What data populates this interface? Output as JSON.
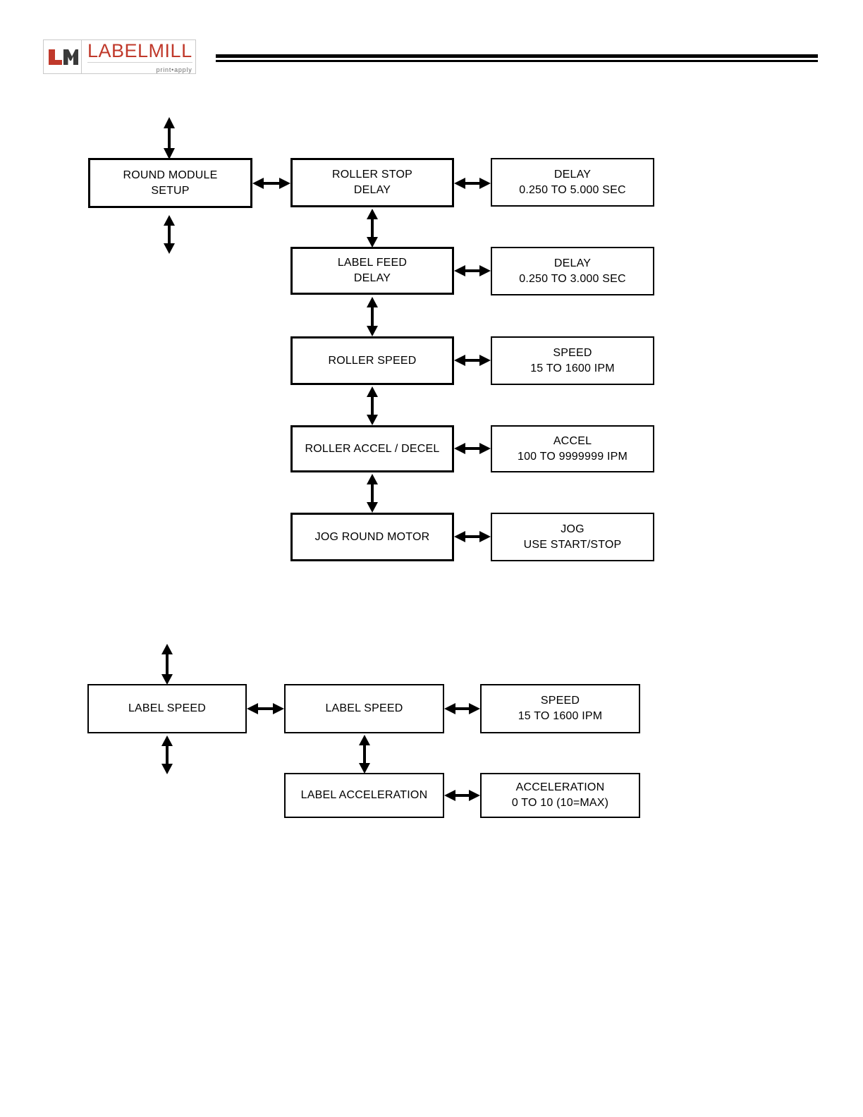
{
  "header": {
    "logo_mark": "lm-monogram",
    "wordmark": "LABELMILL",
    "tagline": "print•apply",
    "accent_color": "#c0392b",
    "rule_color": "#000000"
  },
  "diagrams": [
    {
      "id": "round-module-setup",
      "nodes": [
        {
          "key": "round_module_setup",
          "lines": [
            "ROUND MODULE",
            "SETUP"
          ]
        },
        {
          "key": "roller_stop_delay",
          "lines": [
            "ROLLER STOP",
            "DELAY"
          ]
        },
        {
          "key": "roller_stop_delay_range",
          "lines": [
            "DELAY",
            "0.250 TO 5.000 SEC"
          ]
        },
        {
          "key": "label_feed_delay",
          "lines": [
            "LABEL FEED",
            "DELAY"
          ]
        },
        {
          "key": "label_feed_delay_range",
          "lines": [
            "DELAY",
            "0.250 TO 3.000 SEC"
          ]
        },
        {
          "key": "roller_speed",
          "lines": [
            "ROLLER SPEED"
          ]
        },
        {
          "key": "roller_speed_range",
          "lines": [
            "SPEED",
            "15 TO 1600 IPM"
          ]
        },
        {
          "key": "roller_accel_decel",
          "lines": [
            "ROLLER ACCEL / DECEL"
          ]
        },
        {
          "key": "roller_accel_range",
          "lines": [
            "ACCEL",
            "100 TO 9999999 IPM"
          ]
        },
        {
          "key": "jog_round_motor",
          "lines": [
            "JOG ROUND MOTOR"
          ]
        },
        {
          "key": "jog_round_motor_action",
          "lines": [
            "JOG",
            "USE START/STOP"
          ]
        }
      ]
    },
    {
      "id": "label-speed",
      "nodes": [
        {
          "key": "label_speed_menu",
          "lines": [
            "LABEL SPEED"
          ]
        },
        {
          "key": "label_speed",
          "lines": [
            "LABEL SPEED"
          ]
        },
        {
          "key": "label_speed_range",
          "lines": [
            "SPEED",
            "15 TO 1600 IPM"
          ]
        },
        {
          "key": "label_acceleration",
          "lines": [
            "LABEL ACCELERATION"
          ]
        },
        {
          "key": "label_acceleration_range",
          "lines": [
            "ACCELERATION",
            "0 TO 10 (10=MAX)"
          ]
        }
      ]
    }
  ]
}
